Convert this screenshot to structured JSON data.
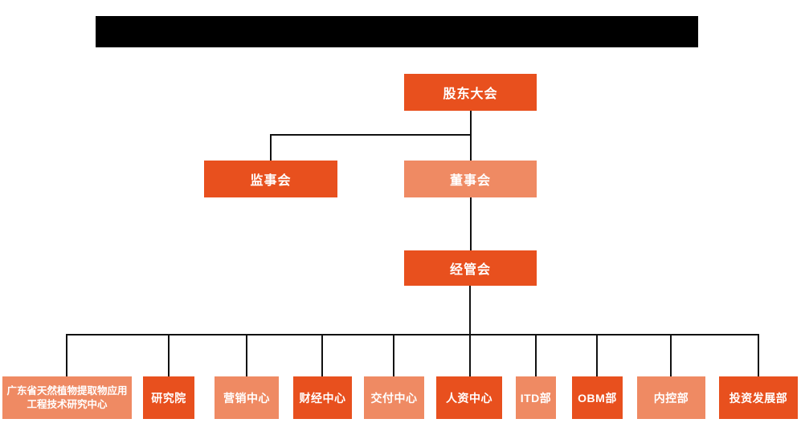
{
  "colors": {
    "primary_orange": "#E8501E",
    "secondary_salmon": "#EF8A63",
    "connector_line": "#111111",
    "redaction_bar": "#000000",
    "background": "#ffffff",
    "node_text": "#ffffff"
  },
  "org_chart": {
    "type": "organizational-chart",
    "root": {
      "label": "股东大会",
      "variant": "primary"
    },
    "level2": [
      {
        "label": "监事会",
        "variant": "primary"
      },
      {
        "label": "董事会",
        "variant": "secondary"
      }
    ],
    "level3": {
      "label": "经管会",
      "variant": "primary"
    },
    "departments": [
      {
        "label": "广东省天然植物提取物应用工程技术研究中心",
        "variant": "secondary"
      },
      {
        "label": "研究院",
        "variant": "primary"
      },
      {
        "label": "营销中心",
        "variant": "secondary"
      },
      {
        "label": "财经中心",
        "variant": "primary"
      },
      {
        "label": "交付中心",
        "variant": "secondary"
      },
      {
        "label": "人资中心",
        "variant": "primary"
      },
      {
        "label": "ITD部",
        "variant": "secondary"
      },
      {
        "label": "OBM部",
        "variant": "primary"
      },
      {
        "label": "内控部",
        "variant": "secondary"
      },
      {
        "label": "投资发展部",
        "variant": "primary"
      }
    ]
  }
}
